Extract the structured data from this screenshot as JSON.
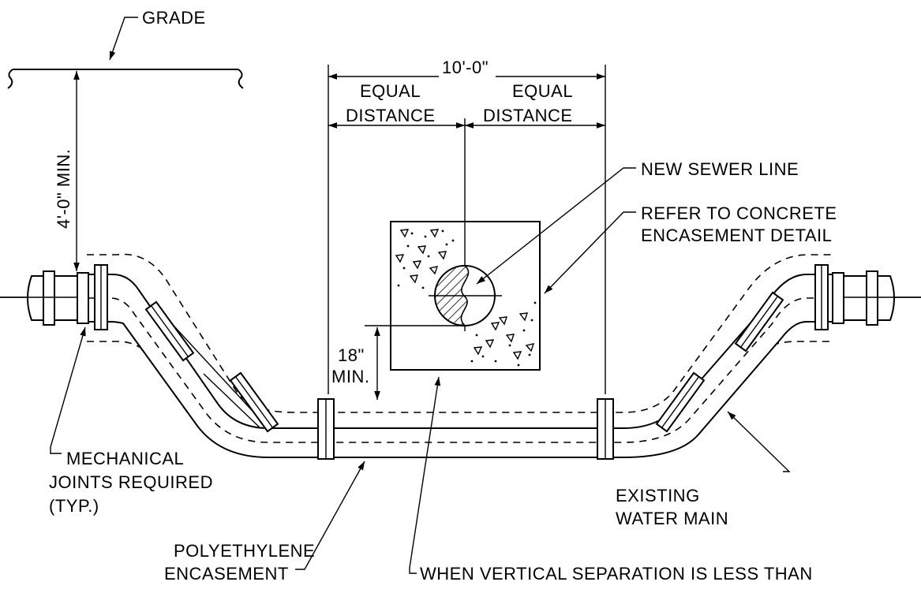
{
  "labels": {
    "grade": "GRADE",
    "cover": "4'-0\" MIN.",
    "span": "10'-0\"",
    "equal_left_1": "EQUAL",
    "equal_left_2": "DISTANCE",
    "equal_right_1": "EQUAL",
    "equal_right_2": "DISTANCE",
    "new_sewer": "NEW SEWER LINE",
    "refer_1": "REFER TO CONCRETE",
    "refer_2": "ENCASEMENT DETAIL",
    "sep_1": "18\"",
    "sep_2": "MIN.",
    "mech_1": "MECHANICAL",
    "mech_2": "JOINTS REQUIRED",
    "mech_3": "(TYP.)",
    "water_1": "EXISTING",
    "water_2": "WATER MAIN",
    "poly_1": "POLYETHYLENE",
    "poly_2": "ENCASEMENT",
    "when": "WHEN VERTICAL SEPARATION IS LESS THAN"
  },
  "colors": {
    "line": "#000000",
    "background": "#ffffff"
  }
}
